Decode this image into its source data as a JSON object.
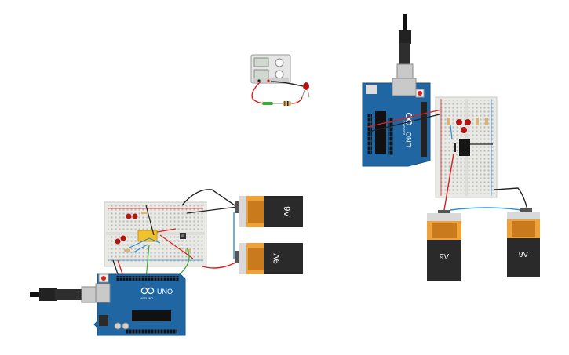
{
  "canvas": {
    "background": "#ffffff"
  },
  "labels": {
    "battery_label": "9V",
    "uno_label": "UNO",
    "arduino_label": "ARDUINO"
  },
  "colors": {
    "arduino_board": "#1f66a3",
    "arduino_dark": "#174f80",
    "breadboard": "#e9e9e6",
    "battery_body": "#2a2a2a",
    "battery_top": "#f0a23a",
    "battery_top_dark": "#c97a1c",
    "wire_red": "#d72020",
    "wire_black": "#222222",
    "wire_blue": "#2b8fd6",
    "wire_green": "#3aa83a",
    "led_red": "#b31515",
    "chip_yellow": "#f2c12e"
  },
  "icons": {
    "arduino_logo": "infinity-logo-icon",
    "usb_cable": "usb-cable-icon",
    "battery": "battery-icon",
    "power_supply": "power-supply-icon",
    "led": "led-icon",
    "resistor": "resistor-icon",
    "ic_chip": "ic-chip-icon",
    "push_button": "push-button-icon"
  }
}
